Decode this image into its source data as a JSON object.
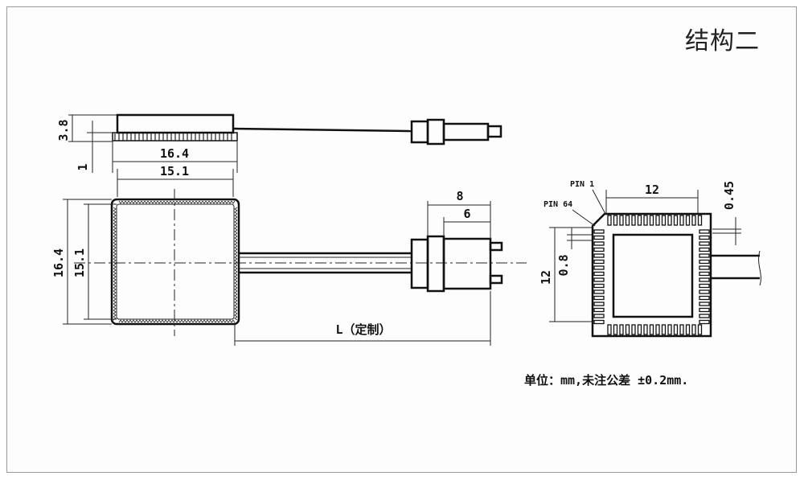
{
  "title": "结构二",
  "note": "单位：mm,未注公差 ±0.2mm.",
  "side_view": {
    "height_label": "3.8",
    "base_label": "1"
  },
  "top_view": {
    "outer_width": "16.4",
    "inner_width": "15.1",
    "outer_height": "16.4",
    "inner_height": "15.1",
    "ferrule_8": "8",
    "ferrule_6": "6",
    "length_label": "L（定制）"
  },
  "pin_view": {
    "pin1": "PIN 1",
    "pin64": "PIN 64",
    "width_12": "12",
    "height_12": "12",
    "pitch": "0.8",
    "pin_width": "0.45"
  }
}
